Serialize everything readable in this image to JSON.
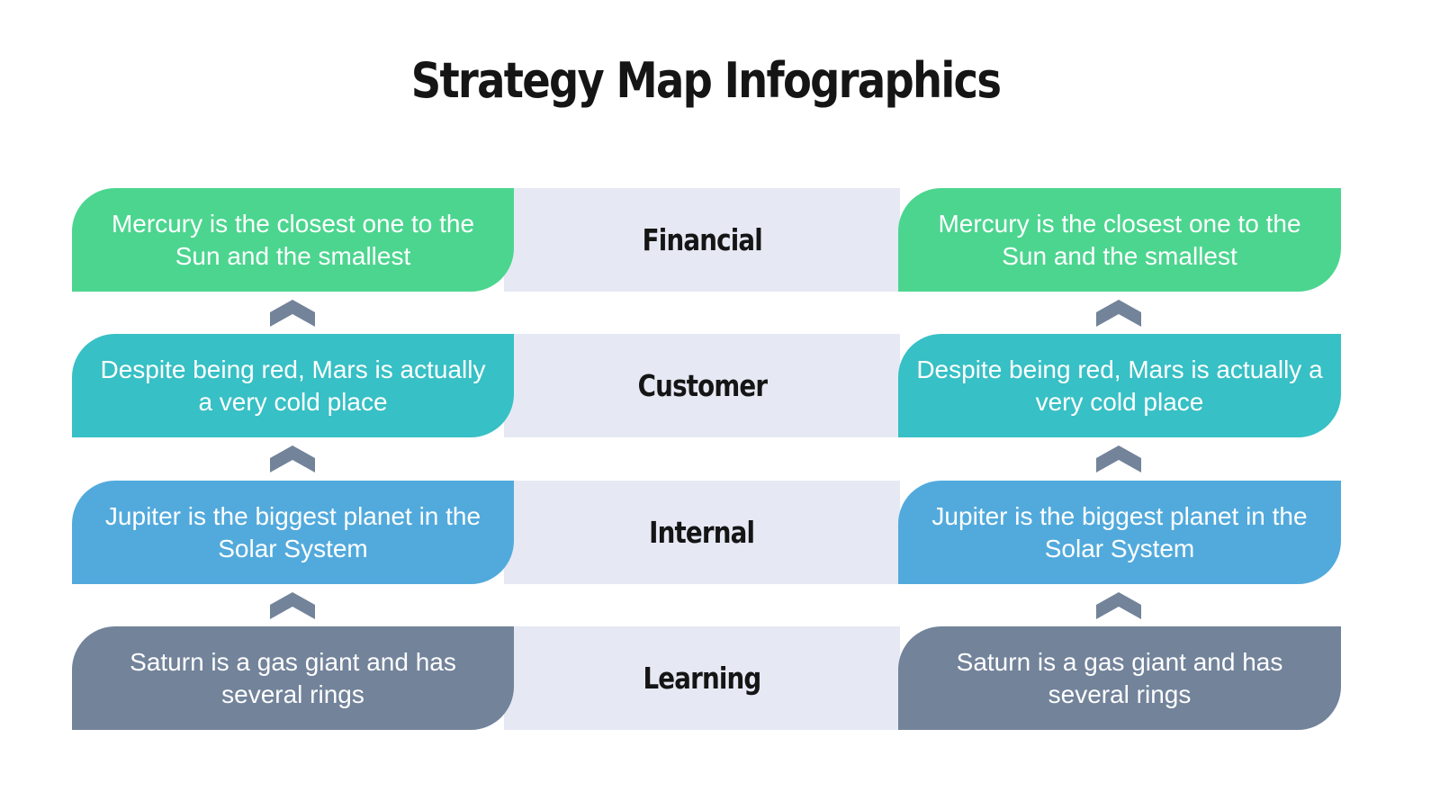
{
  "title": "Strategy Map Infographics",
  "colors": {
    "financial": "#4cd58f",
    "customer": "#37c0c5",
    "internal": "#52aadc",
    "learning": "#72839a",
    "band": "#e6e9f4",
    "chevron": "#72839a"
  },
  "rows": [
    {
      "label": "Financial",
      "left_text": "Mercury is the closest one to the Sun and the smallest",
      "right_text": "Mercury is the closest one to the Sun and the smallest"
    },
    {
      "label": "Customer",
      "left_text": "Despite being red, Mars is actually a very cold place",
      "right_text": "Despite being red, Mars is actually a very cold place"
    },
    {
      "label": "Internal",
      "left_text": "Jupiter is the biggest planet in the Solar System",
      "right_text": "Jupiter is the biggest planet in the Solar System"
    },
    {
      "label": "Learning",
      "left_text": "Saturn is a gas giant and has several rings",
      "right_text": "Saturn is a gas giant and has several rings"
    }
  ],
  "connectors": {
    "icon": "chevron-up-icon",
    "count_per_column": 3
  }
}
